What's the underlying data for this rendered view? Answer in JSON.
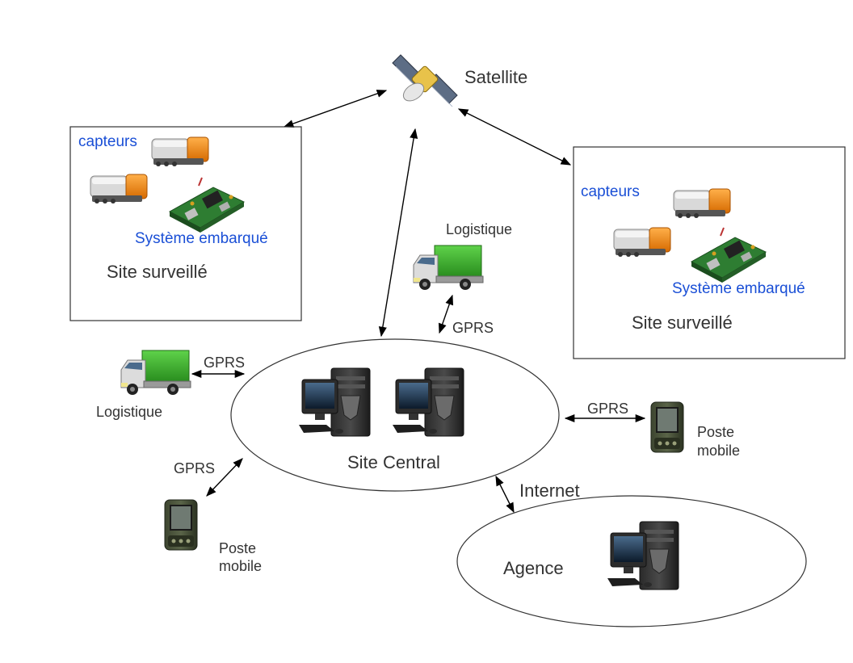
{
  "diagram": {
    "satellite": {
      "label": "Satellite",
      "icon": "satellite-icon"
    },
    "site_left": {
      "title": "Site surveillé",
      "sensors_label": "capteurs",
      "embedded_label": "Système embarqué"
    },
    "site_right": {
      "title": "Site surveillé",
      "sensors_label": "capteurs",
      "embedded_label": "Système embarqué"
    },
    "central": {
      "label": "Site Central",
      "icon": "server-computer-icon"
    },
    "agency": {
      "label": "Agence",
      "icon": "computer-icon"
    },
    "logistics_top": {
      "label": "Logistique",
      "link_label": "GPRS",
      "icon": "truck-icon"
    },
    "logistics_left": {
      "label": "Logistique",
      "link_label": "GPRS",
      "icon": "truck-icon"
    },
    "mobile_right": {
      "label_line1": "Poste",
      "label_line2": "mobile",
      "link_label": "GPRS",
      "icon": "pda-icon"
    },
    "mobile_left": {
      "label_line1": "Poste",
      "label_line2": "mobile",
      "link_label": "GPRS",
      "icon": "pda-icon"
    },
    "internet_link": {
      "label": "Internet"
    }
  },
  "colors": {
    "sensor_orange": "#f08a1c",
    "truck_green": "#3fae2f",
    "board_green": "#2e7d32",
    "label_blue": "#1a4fd6"
  }
}
